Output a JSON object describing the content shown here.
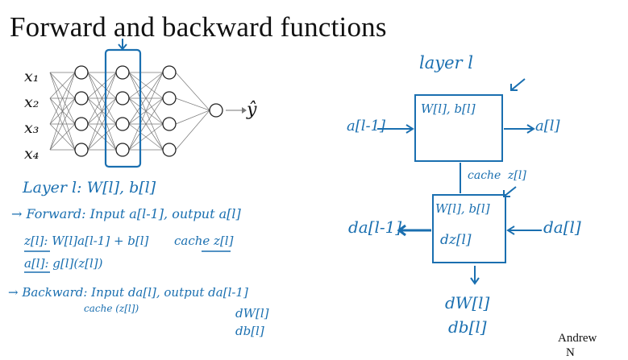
{
  "slide": {
    "title": "Forward and backward functions",
    "credit": "Andrew",
    "credit_cut": "N"
  },
  "network": {
    "inputs": [
      "x₁",
      "x₂",
      "x₃",
      "x₄"
    ],
    "output": "ŷ"
  },
  "notes": {
    "layer_def": "Layer l:  W[l], b[l]",
    "forward": "→ Forward: Input a[l-1], output a[l]",
    "z_eq": "z[l]: W[l]a[l-1] + b[l]",
    "cache": "cache z[l]",
    "a_eq": "a[l]: g[l](z[l])",
    "backward": "→ Backward: Input da[l], output da[l-1]",
    "cache_z": "cache (z[l])",
    "dw": "dW[l]",
    "db": "db[l]"
  },
  "block": {
    "layer_title": "layer l",
    "params": "W[l], b[l]",
    "in_label": "a[l-1]",
    "out_label": "a[l]",
    "cache": "cache",
    "cache_z": "z[l]",
    "dz": "dz[l]",
    "da_in": "da[l]",
    "da_out": "da[l-1]",
    "dw": "dW[l]",
    "db": "db[l]"
  },
  "colors": {
    "ink": "#1a6fb0",
    "text": "#111111"
  }
}
